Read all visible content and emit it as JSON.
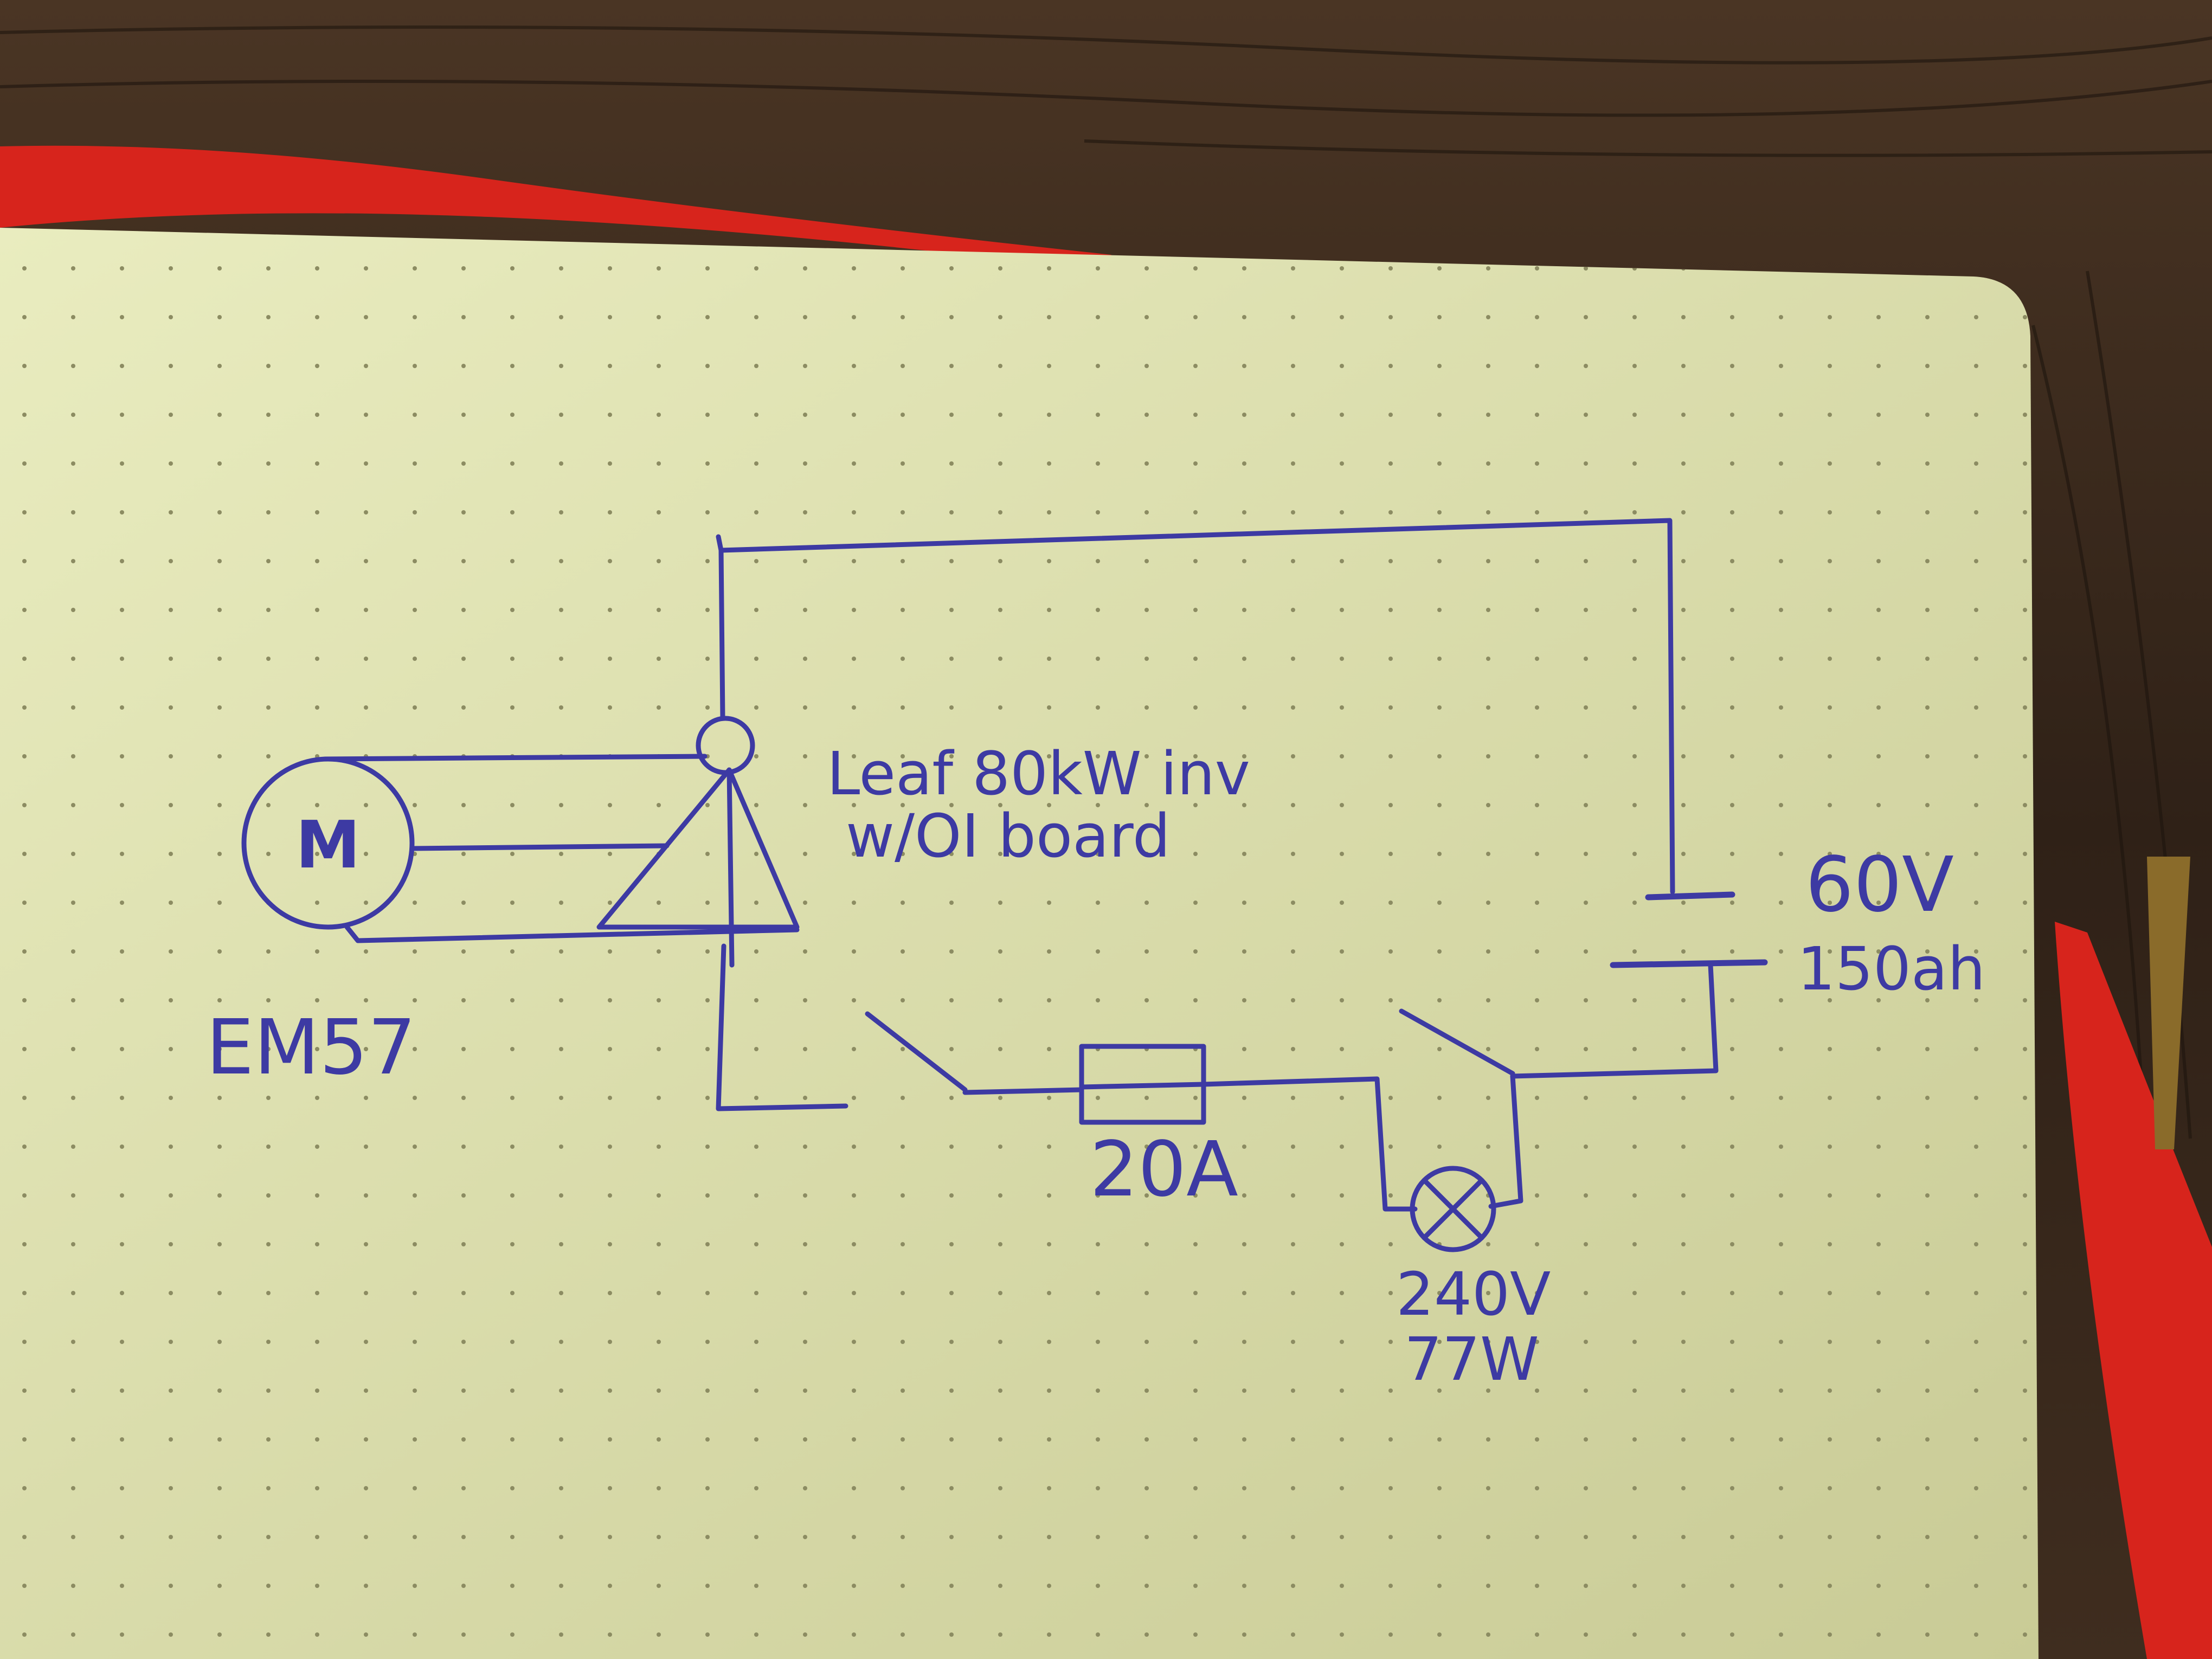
{
  "diagram": {
    "motor": {
      "symbol": "M",
      "model": "EM57"
    },
    "inverter": {
      "label_line1": "Leaf 80kW inv",
      "label_line2": "w/OI board"
    },
    "battery": {
      "voltage": "60V",
      "capacity": "150ah"
    },
    "fuse": {
      "rating": "20A"
    },
    "lamp": {
      "voltage": "240V",
      "power": "77W"
    }
  },
  "colors": {
    "ink": "#3d3aa3",
    "paper": "#e6e6b8",
    "desk": "#3a2a1d",
    "ribbon": "#d7241c"
  }
}
